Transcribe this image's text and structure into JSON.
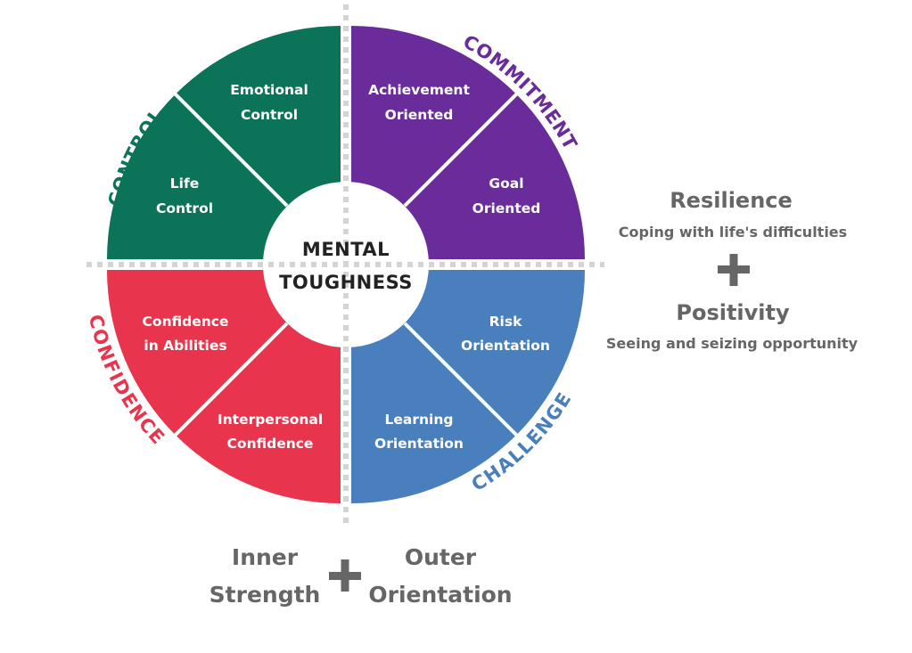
{
  "center": {
    "line1": "MENTAL",
    "line2": "TOUGHNESS"
  },
  "quadrants": [
    {
      "key": "control",
      "label": "CONTROL",
      "color": "#0b7358",
      "segments": [
        {
          "line1": "Emotional",
          "line2": "Control"
        },
        {
          "line1": "Life",
          "line2": "Control"
        }
      ]
    },
    {
      "key": "commitment",
      "label": "COMMITMENT",
      "color": "#6a2c9a",
      "segments": [
        {
          "line1": "Achievement",
          "line2": "Oriented"
        },
        {
          "line1": "Goal",
          "line2": "Oriented"
        }
      ]
    },
    {
      "key": "confidence",
      "label": "CONFIDENCE",
      "color": "#e8344c",
      "segments": [
        {
          "line1": "Confidence",
          "line2": "in Abilities"
        },
        {
          "line1": "Interpersonal",
          "line2": "Confidence"
        }
      ]
    },
    {
      "key": "challenge",
      "label": "CHALLENGE",
      "color": "#4a7fbd",
      "segments": [
        {
          "line1": "Risk",
          "line2": "Orientation"
        },
        {
          "line1": "Learning",
          "line2": "Orientation"
        }
      ]
    }
  ],
  "side": {
    "resilience": {
      "title": "Resilience",
      "subtitle": "Coping with life's difficulties"
    },
    "positivity": {
      "title": "Positivity",
      "subtitle": "Seeing and seizing opportunity"
    },
    "plus_icon": "plus"
  },
  "bottom": {
    "inner": {
      "line1": "Inner",
      "line2": "Strength"
    },
    "outer": {
      "line1": "Outer",
      "line2": "Orientation"
    },
    "plus_icon": "plus"
  },
  "colors": {
    "text_grey": "#666666",
    "center_text": "#222222",
    "dotted_line": "#d4d4d4"
  }
}
